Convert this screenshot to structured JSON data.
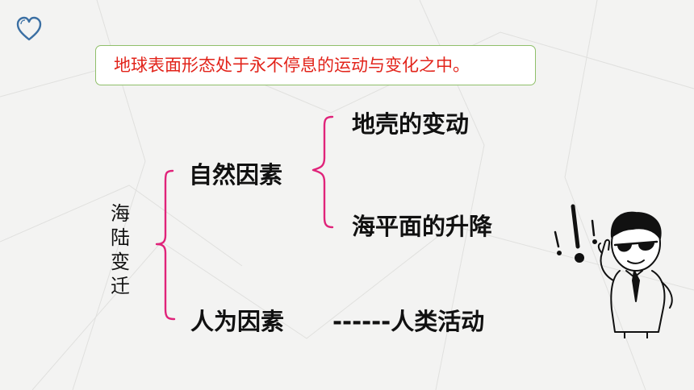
{
  "banner": {
    "text": "地球表面形态处于永不停息的运动与变化之中。"
  },
  "root": {
    "label": "海陆变迁"
  },
  "branches": {
    "natural": {
      "label": "自然因素",
      "children": [
        "地壳的变动",
        "海平面的升降"
      ]
    },
    "human": {
      "label": "人为因素",
      "detail": "------人类活动"
    }
  },
  "colors": {
    "banner_text": "#e2231a",
    "banner_border": "#8fbf6a",
    "bracket": "#e0237a",
    "heart": "#3b6fa3"
  }
}
